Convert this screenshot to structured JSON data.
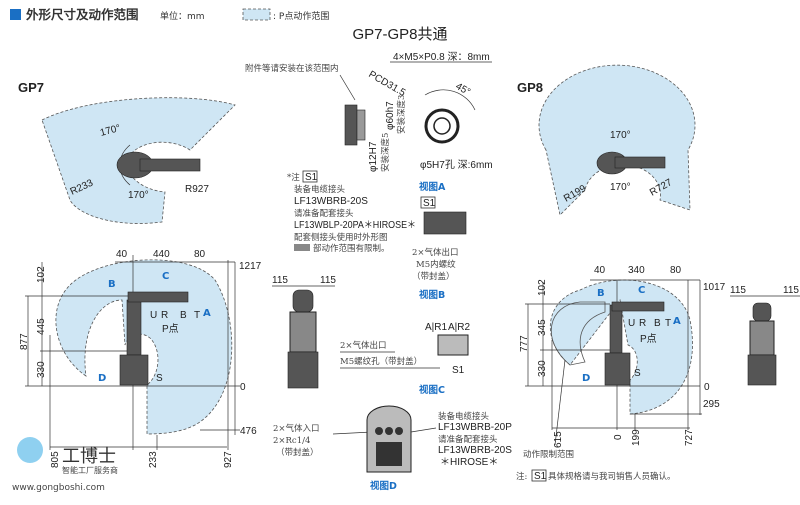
{
  "header": {
    "title": "外形尺寸及动作范围",
    "unit": "单位：mm",
    "legend": ": P点动作范围",
    "colors": {
      "accent": "#1a6fc4",
      "zone": "#cfe6f4"
    }
  },
  "common": {
    "title": "GP7-GP8共通",
    "attach_note": "附件等请安装在该范围内",
    "bolt": "4×M5×P0.8 深：8mm",
    "pcd": "PCD31.5",
    "angle": "45°",
    "shaft": "φ60h7",
    "shaft_depth": "安装深度3",
    "bore": "φ12H7",
    "bore_depth": "安装深度5",
    "pin": "φ5H7孔  深:6mm",
    "note": {
      "prefix": "*注",
      "s1": "S1",
      "lines": [
        "装备电缆接头",
        "LF13WBRB-20S",
        "请准备配套接头",
        "LF13WBLP-20PA＊HIROSE＊",
        "配套侧接头使用时外形图",
        "部动作范围有限制。"
      ]
    },
    "view_a": {
      "title": "视图A",
      "s1": "S1",
      "lines": [
        "2×气体出口",
        "M5内螺纹",
        "（带封盖）"
      ]
    },
    "view_b": {
      "title": "视图B",
      "dim_left": "115",
      "dim_right": "115"
    },
    "view_c": {
      "title": "视图C",
      "ar1": "A|R1",
      "ar2": "A|R2",
      "s1": "S1",
      "lines": [
        "2×气体出口",
        "M5螺纹孔（带封盖）"
      ]
    },
    "view_d": {
      "title": "视图D",
      "left_lines": [
        "2×气体入口",
        "2×Rc1/4",
        "（带封盖）"
      ],
      "right_lines": [
        "装备电缆接头",
        "LF13WBRB-20P",
        "请准备配套接头",
        "LF13WBRB-20S",
        "＊HIROSE＊"
      ]
    }
  },
  "gp7": {
    "label": "GP7",
    "top": {
      "angle1": "170°",
      "angle2": "170°",
      "r_inner": "R233",
      "r_outer": "R927"
    },
    "side": {
      "dims_top": [
        "40",
        "440",
        "80"
      ],
      "height": "1217",
      "d102": "102",
      "d877": "877",
      "d445": "445",
      "d330": "330",
      "zero": "0",
      "below": "476",
      "left": "805",
      "mid": "233",
      "right": "927",
      "axes": [
        "U",
        "R",
        "B",
        "T"
      ],
      "arrows": [
        "A",
        "B",
        "C",
        "D"
      ],
      "s": "S",
      "p": "P点"
    }
  },
  "gp8": {
    "label": "GP8",
    "top": {
      "angle1": "170°",
      "angle2": "170°",
      "r_inner": "R199",
      "r_outer": "R727"
    },
    "side": {
      "dims_top": [
        "40",
        "340",
        "80"
      ],
      "height": "1017",
      "d102": "102",
      "d777": "777",
      "d345": "345",
      "d330": "330",
      "zero": "0",
      "below": "295",
      "left": "615",
      "origin": "0",
      "mid": "199",
      "right": "727",
      "axes": [
        "U",
        "R",
        "B",
        "T"
      ],
      "arrows": [
        "A",
        "B",
        "C",
        "D"
      ],
      "s": "S",
      "p": "P点",
      "limit": "动作限制范围"
    },
    "back": {
      "dim_left": "115",
      "dim_right": "115"
    },
    "footnote": {
      "prefix": "注:",
      "s1": "S1",
      "text": "具体规格请与我司销售人员确认。"
    }
  },
  "watermark": {
    "brand": "工博士",
    "slogan": "智能工厂服务商",
    "url": "www.gongboshi.com"
  }
}
